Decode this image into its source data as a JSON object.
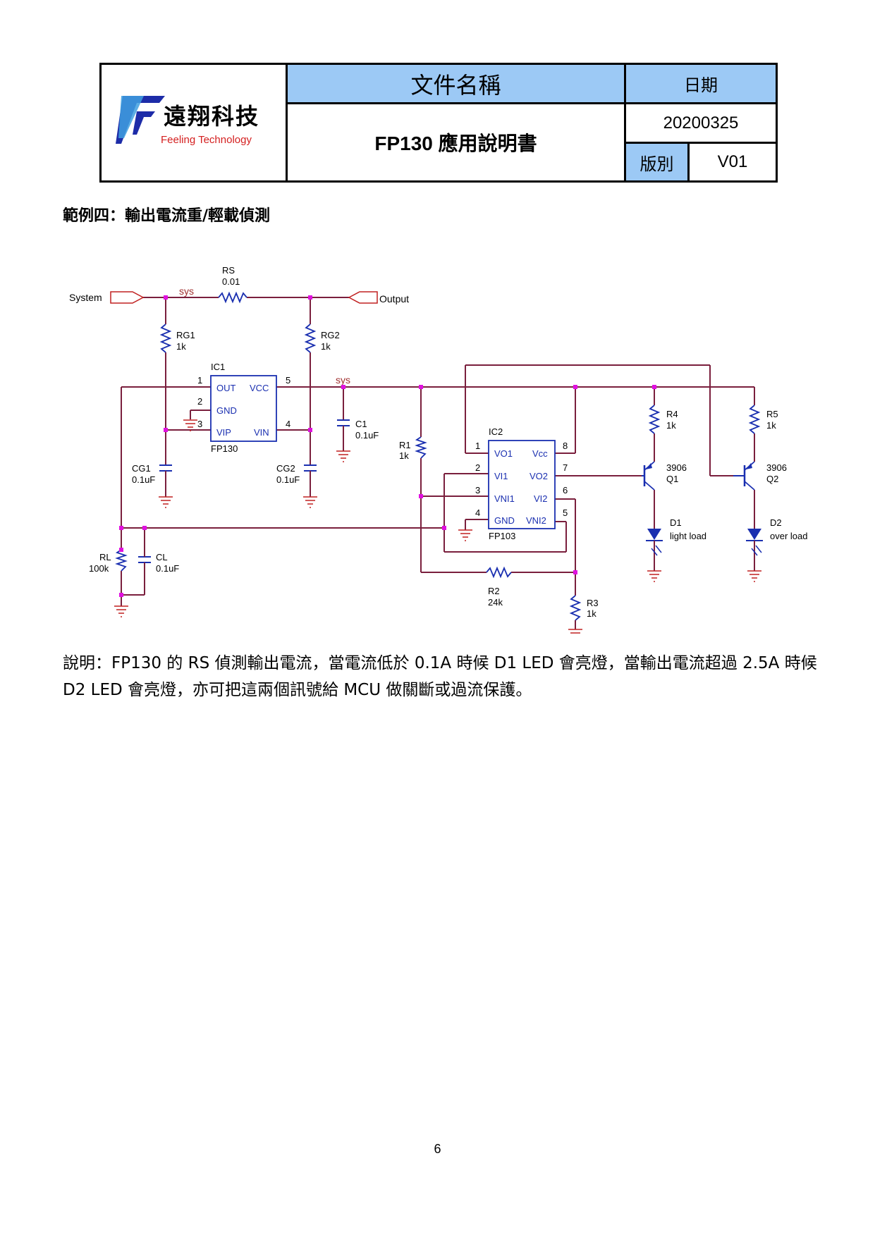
{
  "header": {
    "company_name": "遠翔科技",
    "company_name_en": "Feeling Technology",
    "doc_name_label": "文件名稱",
    "doc_name_value": "FP130 應用說明書",
    "date_label": "日期",
    "date_value": "20200325",
    "version_label": "版別",
    "version_value": "V01"
  },
  "section_title": "範例四：輸出電流重/輕載偵測",
  "schematic": {
    "ports": {
      "system": "System",
      "output": "Output"
    },
    "nets": [
      "sys",
      "sys"
    ],
    "components": {
      "rs": [
        "RS",
        "0.01"
      ],
      "rg1": [
        "RG1",
        "1k"
      ],
      "rg2": [
        "RG2",
        "1k"
      ],
      "ic1": {
        "ref": "IC1",
        "part": "FP130",
        "pins": [
          "1",
          "2",
          "3",
          "4",
          "5"
        ],
        "pin_names": [
          "OUT",
          "VCC",
          "GND",
          "VIP",
          "VIN"
        ]
      },
      "c1": [
        "C1",
        "0.1uF"
      ],
      "cg1": [
        "CG1",
        "0.1uF"
      ],
      "cg2": [
        "CG2",
        "0.1uF"
      ],
      "r1": [
        "R1",
        "1k"
      ],
      "ic2": {
        "ref": "IC2",
        "part": "FP103",
        "pins": [
          "1",
          "2",
          "3",
          "4",
          "8",
          "7",
          "6",
          "5"
        ],
        "pin_names": [
          "VO1",
          "Vcc",
          "VI1",
          "VO2",
          "VNI1",
          "VI2",
          "GND",
          "VNI2"
        ]
      },
      "r4": [
        "R4",
        "1k"
      ],
      "r5": [
        "R5",
        "1k"
      ],
      "q1": [
        "3906",
        "Q1"
      ],
      "q2": [
        "3906",
        "Q2"
      ],
      "d1": [
        "D1",
        "light load"
      ],
      "d2": [
        "D2",
        "over load"
      ],
      "rl": [
        "RL",
        "100k"
      ],
      "cl": [
        "CL",
        "0.1uF"
      ],
      "r2": [
        "R2",
        "24k"
      ],
      "r3": [
        "R3",
        "1k"
      ]
    }
  },
  "description": "說明：FP130 的 RS 偵測輸出電流，當電流低於 0.1A 時候 D1 LED 會亮燈，當輸出電流超過 2.5A 時候 D2 LED 會亮燈，亦可把這兩個訊號給 MCU 做關斷或過流保護。",
  "page_number": "6",
  "colors": {
    "header_blue": "#9cc9f5",
    "wire": "#7a1f3d",
    "component": "#1a2fb0",
    "node": "#e010e0",
    "ground": "#c02020"
  }
}
